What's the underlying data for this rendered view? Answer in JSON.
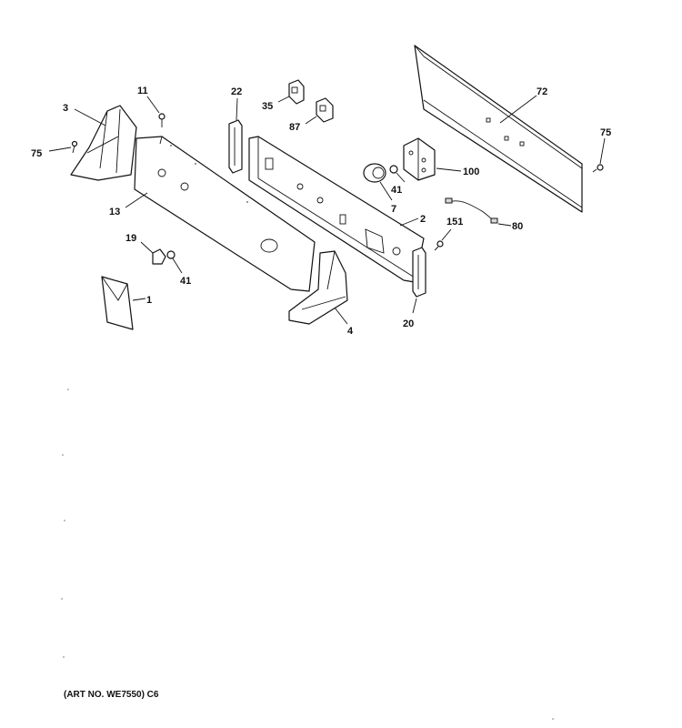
{
  "callouts": {
    "c1": "1",
    "c2": "2",
    "c3": "3",
    "c4": "4",
    "c7": "7",
    "c11": "11",
    "c13": "13",
    "c19": "19",
    "c20": "20",
    "c22": "22",
    "c35": "35",
    "c41a": "41",
    "c41b": "41",
    "c72": "72",
    "c75a": "75",
    "c75b": "75",
    "c80": "80",
    "c87": "87",
    "c100": "100",
    "c151": "151"
  },
  "footer": {
    "art_no": "(ART NO. WE7550) C6"
  }
}
